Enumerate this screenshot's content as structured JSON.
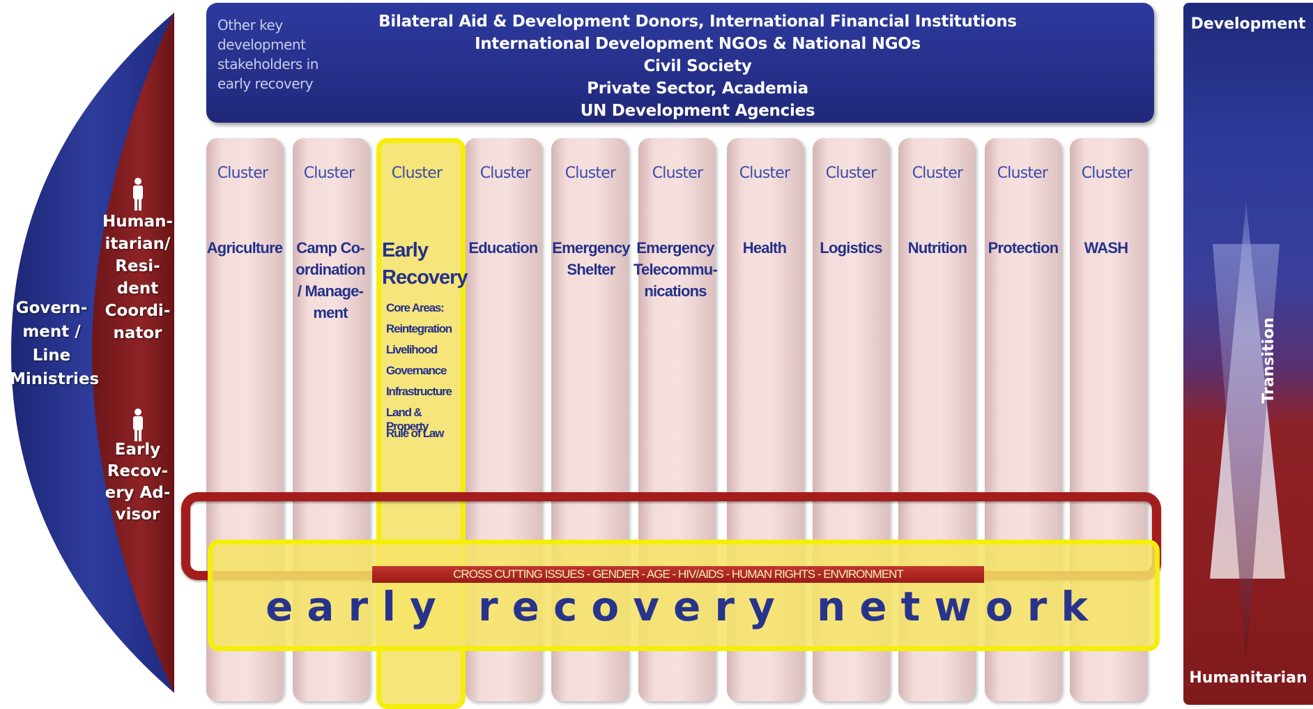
{
  "left": {
    "government_label": "Govern-\nment  /\nLine\nMinistries",
    "hc_label": "Human-\nitarian/\nResi-\ndent\nCoordi-\nnator",
    "era_label": "Early\nRecov-\nery Ad-\nvisor",
    "icons": [
      "person-icon",
      "person-icon"
    ]
  },
  "stakeholders": {
    "note": "Other key development stakeholders in early recovery",
    "lines": [
      "Bilateral Aid & Development Donors, International Financial Institutions",
      "International Development NGOs & National NGOs",
      "Civil Society",
      "Private Sector, Academia",
      "UN Development Agencies"
    ]
  },
  "clusters": [
    {
      "label": "Cluster",
      "name": "Agriculture"
    },
    {
      "label": "Cluster",
      "name": "Camp Co-\nordination\n/ Manage-\nment"
    },
    {
      "label": "Cluster",
      "name": "Early\nRecovery"
    },
    {
      "label": "Cluster",
      "name": "Education"
    },
    {
      "label": "Cluster",
      "name": "Emergency\nShelter"
    },
    {
      "label": "Cluster",
      "name": "Emergency\nTelecommu-\nnications"
    },
    {
      "label": "Cluster",
      "name": "Health"
    },
    {
      "label": "Cluster",
      "name": "Logistics"
    },
    {
      "label": "Cluster",
      "name": "Nutrition"
    },
    {
      "label": "Cluster",
      "name": "Protection"
    },
    {
      "label": "Cluster",
      "name": "WASH"
    }
  ],
  "early_recovery": {
    "core_areas_title": "Core Areas:",
    "core_areas": [
      "Reintegration",
      "Livelihood",
      "Governance",
      "Infrastructure",
      "Land & Property",
      "Rule of Law"
    ]
  },
  "cross_cutting": "CROSS CUTTING ISSUES - GENDER - AGE - HIV/AIDS - HUMAN RIGHTS - ENVIRONMENT",
  "network_label": "early recovery network",
  "transition": {
    "top_label": "Development",
    "middle_label": "Transition",
    "bottom_label": "Humanitarian"
  },
  "colors": {
    "navy": "#26308a",
    "maroon": "#8b1d20",
    "cluster_pink": "#f3dcda",
    "highlight_yellow": "#f5ee08"
  }
}
